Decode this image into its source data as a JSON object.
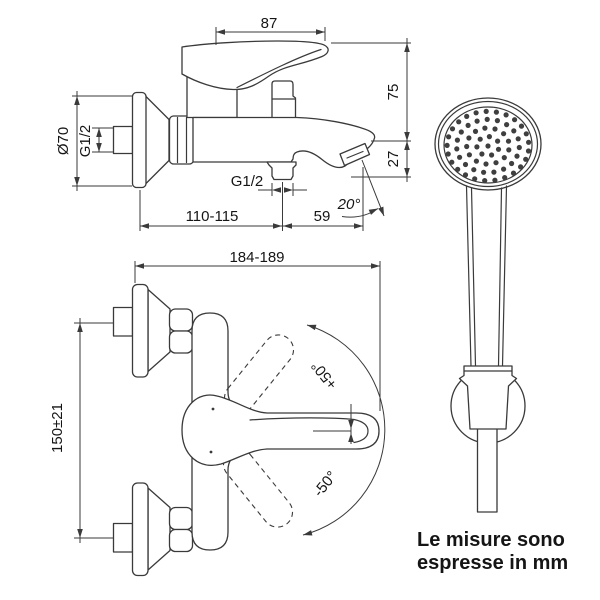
{
  "side": {
    "handle_width": "87",
    "height_to_handle": "75",
    "spout_height": "27",
    "flange_diameter": "Ø70",
    "inlet_thread": "G1/2",
    "outlet_thread": "G1/2",
    "wall_to_outlet": "110-115",
    "outlet_to_spout_tip": "59",
    "spout_angle": "20°"
  },
  "front": {
    "overall_width": "184-189",
    "inlet_centers": "150±21",
    "handle_rotation_up": "+50°",
    "handle_rotation_down": "-50°"
  },
  "note": {
    "line1": "Le misure sono",
    "line2": "espresse in mm"
  },
  "colors": {
    "line": "#3a3a3a",
    "text": "#151515",
    "background": "#ffffff"
  }
}
